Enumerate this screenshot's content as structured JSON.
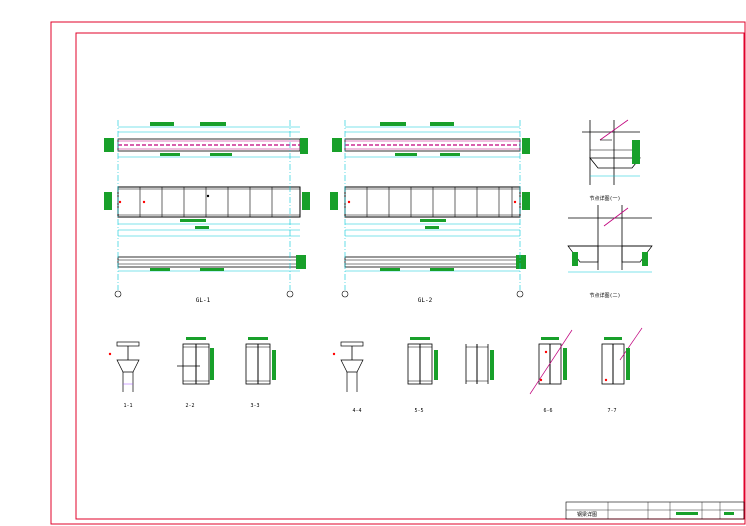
{
  "colors": {
    "frame": "#e0002a",
    "line": "#000000",
    "dim": "#00c8d8",
    "dimText": "#18a02a",
    "stiff": "#c0007c",
    "weld": "#ff0000",
    "hatch": "#a050ff"
  },
  "drawing": {
    "views": [
      {
        "label": "GL-1"
      },
      {
        "label": "GL-2"
      }
    ],
    "sections": [
      {
        "label": "1-1"
      },
      {
        "label": "2-2"
      },
      {
        "label": "3-3"
      },
      {
        "label": "4-4"
      },
      {
        "label": "5-5"
      },
      {
        "label": "6-6"
      },
      {
        "label": "7-7"
      }
    ],
    "details": [
      {
        "label": "节点详图(一)"
      },
      {
        "label": "节点详图(二)"
      }
    ]
  },
  "title_block": {
    "drawing_name": "钢梁详图"
  }
}
